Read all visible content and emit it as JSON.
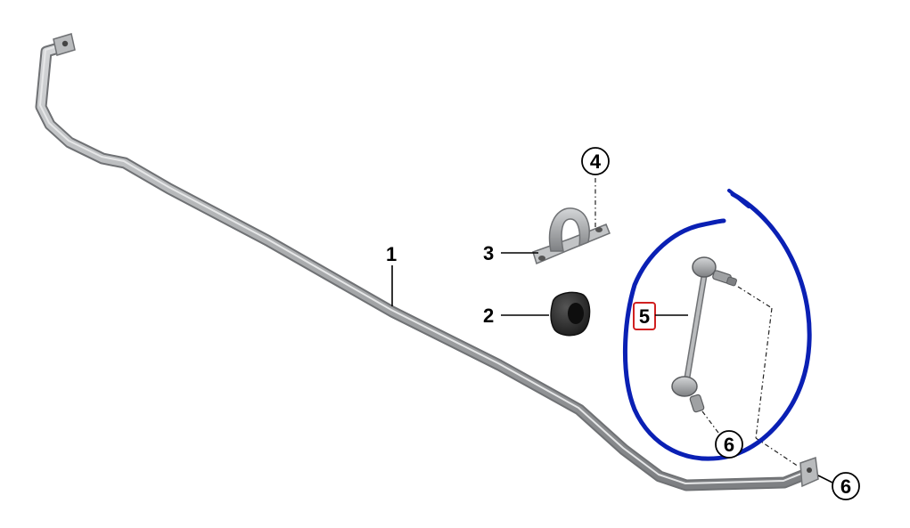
{
  "diagram": {
    "callouts": {
      "c1": "1",
      "c2": "2",
      "c3": "3",
      "c4": "4",
      "c5": "5",
      "c6a": "6",
      "c6b": "6"
    },
    "colors": {
      "part_gray": "#a9abad",
      "part_dark": "#5a5c5f",
      "bushing_black": "#2a2a2a",
      "highlight_blue": "#0a20b4",
      "box_red": "#d02020"
    },
    "parts": [
      "stabilizer-bar",
      "rubber-mounting",
      "bracket",
      "bolt",
      "swing-support",
      "nut"
    ]
  }
}
